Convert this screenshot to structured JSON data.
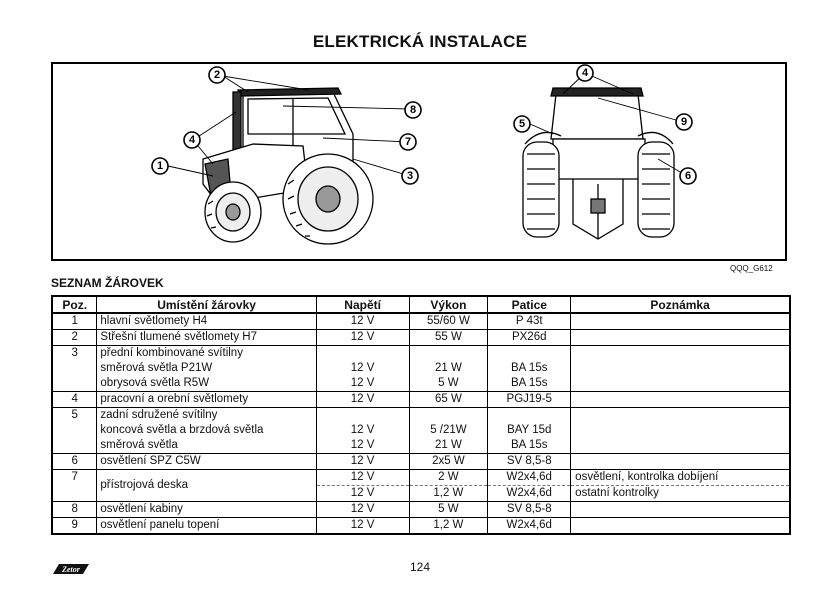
{
  "page": {
    "title": "ELEKTRICKÁ INSTALACE",
    "figure_code": "QQQ_G612",
    "list_title": "SEZNAM ŽÁROVEK",
    "page_number": "124"
  },
  "figure": {
    "side_view_callouts": [
      "1",
      "2",
      "3",
      "4",
      "7",
      "8"
    ],
    "rear_view_callouts": [
      "4",
      "5",
      "6",
      "9"
    ]
  },
  "table": {
    "headers": [
      "Poz.",
      "Umístění žárovky",
      "Napětí",
      "Výkon",
      "Patice",
      "Poznámka"
    ],
    "rows": [
      {
        "pos": "1",
        "lines": [
          "hlavní světlomety H4"
        ],
        "voltage": [
          "12 V"
        ],
        "power": [
          "55/60 W"
        ],
        "socket": [
          "P 43t"
        ],
        "note": [
          ""
        ]
      },
      {
        "pos": "2",
        "lines": [
          "Střešní tlumené světlomety H7"
        ],
        "voltage": [
          "12 V"
        ],
        "power": [
          "55 W"
        ],
        "socket": [
          "PX26d"
        ],
        "note": [
          ""
        ]
      },
      {
        "pos": "3",
        "lines": [
          "přední kombinované svítilny",
          "směrová světla P21W",
          "obrysová světla R5W"
        ],
        "voltage": [
          "",
          "12 V",
          "12 V"
        ],
        "power": [
          "",
          "21 W",
          "5 W"
        ],
        "socket": [
          "",
          "BA 15s",
          "BA 15s"
        ],
        "note": [
          ""
        ]
      },
      {
        "pos": "4",
        "lines": [
          "pracovní a orební světlomety"
        ],
        "voltage": [
          "12 V"
        ],
        "power": [
          "65 W"
        ],
        "socket": [
          "PGJ19-5"
        ],
        "note": [
          ""
        ]
      },
      {
        "pos": "5",
        "lines": [
          "zadní sdružené svítilny",
          "koncová světla a brzdová světla",
          "směrová světla"
        ],
        "voltage": [
          "",
          "12 V",
          "12 V"
        ],
        "power": [
          "",
          "5 /21W",
          "21 W"
        ],
        "socket": [
          "",
          "BAY 15d",
          "BA 15s"
        ],
        "note": [
          ""
        ]
      },
      {
        "pos": "6",
        "lines": [
          "osvětlení SPZ C5W"
        ],
        "voltage": [
          "12 V"
        ],
        "power": [
          "2x5 W"
        ],
        "socket": [
          "SV 8,5-8"
        ],
        "note": [
          ""
        ]
      },
      {
        "pos": "7",
        "lines": [
          "přístrojová deska"
        ],
        "voltage": [
          "12 V",
          "12 V"
        ],
        "power": [
          "2 W",
          "1,2 W"
        ],
        "socket": [
          "W2x4,6d",
          "W2x4,6d"
        ],
        "note": [
          "osvětlení, kontrolka dobíjení",
          "ostatní kontrolky"
        ]
      },
      {
        "pos": "8",
        "lines": [
          "osvětlení kabiny"
        ],
        "voltage": [
          "12 V"
        ],
        "power": [
          "5 W"
        ],
        "socket": [
          "SV 8,5-8"
        ],
        "note": [
          ""
        ]
      },
      {
        "pos": "9",
        "lines": [
          "osvětlení panelu topení"
        ],
        "voltage": [
          "12 V"
        ],
        "power": [
          "1,2 W"
        ],
        "socket": [
          "W2x4,6d"
        ],
        "note": [
          ""
        ]
      }
    ]
  },
  "colors": {
    "ink": "#111111",
    "paper": "#ffffff"
  },
  "logo": {
    "icon": "zetor-logo-icon",
    "text": "Zetor"
  }
}
